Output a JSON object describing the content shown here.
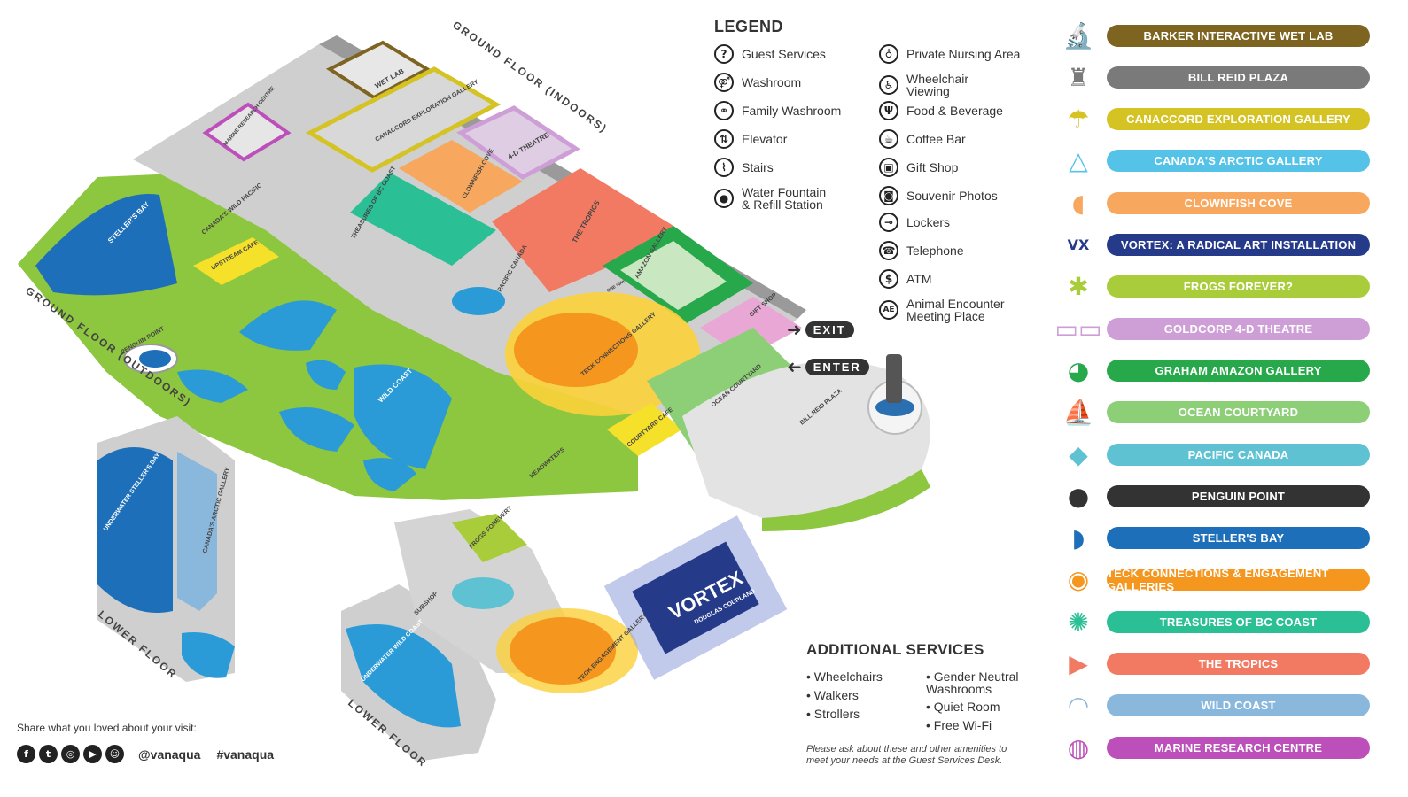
{
  "map": {
    "floor_labels": {
      "ground_indoors": "GROUND FLOOR (INDOORS)",
      "ground_outdoors": "GROUND FLOOR (OUTDOORS)",
      "lower_left": "LOWER FLOOR",
      "lower_right": "LOWER FLOOR"
    },
    "zones": {
      "wet_lab": "WET LAB",
      "marine_research": "MARINE RESEARCH CENTRE",
      "canaccord": "CANACCORD EXPLORATION GALLERY",
      "theatre": "4-D THEATRE",
      "clownfish": "CLOWNFISH COVE",
      "treasures": "TREASURES OF BC COAST",
      "tropics": "THE TROPICS",
      "amazon": "AMAZON GALLERY",
      "pacific": "PACIFIC CANADA",
      "gift": "GIFT SHOP",
      "stellers": "STELLER'S BAY",
      "canadas_wild": "CANADA'S WILD PACIFIC",
      "upstream": "UPSTREAM CAFE",
      "penguin": "PENGUIN POINT",
      "teck": "TECK CONNECTIONS GALLERY",
      "ocean": "OCEAN COURTYARD",
      "bill_reid": "BILL REID PLAZA",
      "wild_coast": "WILD COAST",
      "courtyard_cafe": "COURTYARD CAFE",
      "headwaters": "HEADWATERS",
      "underwater_stellers": "UNDERWATER STELLER'S BAY",
      "arctic": "CANADA'S ARCTIC GALLERY",
      "frogs": "FROGS FOREVER?",
      "subshop": "SUBSHOP",
      "teck_engagement": "TECK ENGAGEMENT GALLERY",
      "vortex": "VORTEX",
      "vortex_sub": "DOUGLAS COUPLAND",
      "underwater_wild": "UNDERWATER WILD COAST",
      "amazon_tag": "ONE WAY"
    },
    "exit_label": "EXIT",
    "enter_label": "ENTER"
  },
  "legend": {
    "title": "LEGEND",
    "items": [
      {
        "label": "Guest Services",
        "icon": "?"
      },
      {
        "label": "Washroom",
        "icon": "⚤"
      },
      {
        "label": "Family Washroom",
        "icon": "⚭"
      },
      {
        "label": "Elevator",
        "icon": "⇅"
      },
      {
        "label": "Stairs",
        "icon": "⌇"
      },
      {
        "label": "Water Fountain\n& Refill Station",
        "icon": "●"
      },
      {
        "label": "Private Nursing Area",
        "icon": "♁"
      },
      {
        "label": "Wheelchair\nViewing",
        "icon": "♿"
      },
      {
        "label": "Food & Beverage",
        "icon": "Ψ"
      },
      {
        "label": "Coffee Bar",
        "icon": "☕"
      },
      {
        "label": "Gift Shop",
        "icon": "▣"
      },
      {
        "label": "Souvenir Photos",
        "icon": "◙"
      },
      {
        "label": "Lockers",
        "icon": "⊸"
      },
      {
        "label": "Telephone",
        "icon": "☎"
      },
      {
        "label": "ATM",
        "icon": "$"
      },
      {
        "label": "Animal Encounter\nMeeting Place",
        "icon": "AE"
      }
    ]
  },
  "services": {
    "title": "ADDITIONAL SERVICES",
    "left": [
      "• Wheelchairs",
      "• Walkers",
      "• Strollers"
    ],
    "right": [
      "• Gender Neutral\n  Washrooms",
      "• Quiet Room",
      "• Free Wi-Fi"
    ],
    "note": "Please ask about these and other amenities to meet your needs at the Guest Services Desk."
  },
  "social": {
    "prompt": "Share what you loved about your visit:",
    "icons": [
      "facebook-icon",
      "twitter-icon",
      "instagram-icon",
      "youtube-icon",
      "snapchat-icon"
    ],
    "handle": "@vanaqua",
    "hashtag": "#vanaqua"
  },
  "galleries": [
    {
      "label": "BARKER INTERACTIVE WET LAB",
      "color": "#7d6420",
      "icon": "microscope-icon"
    },
    {
      "label": "BILL REID PLAZA",
      "color": "#7a7a7a",
      "icon": "statue-icon"
    },
    {
      "label": "CANACCORD EXPLORATION GALLERY",
      "color": "#d4c323",
      "icon": "jellyfish-icon"
    },
    {
      "label": "CANADA'S ARCTIC GALLERY",
      "color": "#55c3e8",
      "icon": "iceberg-icon"
    },
    {
      "label": "CLOWNFISH COVE",
      "color": "#f7a85e",
      "icon": "clownfish-icon"
    },
    {
      "label": "VORTEX: A RADICAL ART INSTALLATION",
      "color": "#263a8a",
      "icon": "vortex-icon"
    },
    {
      "label": "FROGS FOREVER?",
      "color": "#a9cd3a",
      "icon": "frog-icon"
    },
    {
      "label": "GOLDCORP 4-D THEATRE",
      "color": "#cd9fd6",
      "icon": "glasses-icon"
    },
    {
      "label": "GRAHAM AMAZON GALLERY",
      "color": "#27a84a",
      "icon": "parrot-icon"
    },
    {
      "label": "OCEAN COURTYARD",
      "color": "#8ccf76",
      "icon": "sailboat-icon"
    },
    {
      "label": "PACIFIC CANADA",
      "color": "#5ec2d3",
      "icon": "fish-icon"
    },
    {
      "label": "PENGUIN POINT",
      "color": "#333333",
      "icon": "penguin-icon"
    },
    {
      "label": "STELLER'S BAY",
      "color": "#1e6fb9",
      "icon": "sealion-icon"
    },
    {
      "label": "TECK CONNECTIONS & ENGAGEMENT GALLERIES",
      "color": "#f5961e",
      "icon": "globe-icon"
    },
    {
      "label": "TREASURES OF BC COAST",
      "color": "#2bbf95",
      "icon": "octopus-icon"
    },
    {
      "label": "THE TROPICS",
      "color": "#f27a63",
      "icon": "shark-icon"
    },
    {
      "label": "WILD COAST",
      "color": "#8ab8dc",
      "icon": "dolphin-icon"
    },
    {
      "label": "MARINE RESEARCH CENTRE",
      "color": "#bd4fbb",
      "icon": "walrus-icon"
    }
  ]
}
